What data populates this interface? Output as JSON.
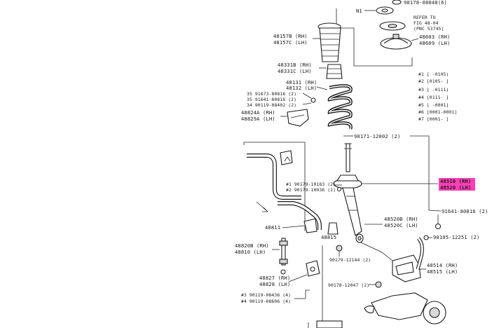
{
  "labels": {
    "top_clip": "90178-08048(6)",
    "n1": "N1",
    "refer_line1": "REFER TO",
    "refer_line2": "FIG 48-04",
    "refer_line3": "(PNC 53745)",
    "p48157_rh": "48157B (RH)",
    "p48157_lh": "48157C (LH)",
    "p48603_rh": "48603 (RH)",
    "p48609_lh": "48609 (LH)",
    "p48331_rh": "48331B (RH)",
    "p48331_lh": "48331C (LH)",
    "p48131_rh": "48131 (RH)",
    "p48132_lh": "48132 (LH)",
    "p51673": "35 91673-80816 (2)",
    "p91641": "35 91641-80816 (2)",
    "p90119": "34 90119-08402 (2)",
    "p48824_rh": "48824A (RH)",
    "p48829_lh": "48829A (LH)",
    "p90171_12002": "90171-12002 (2)",
    "p90179_10183": "#1 90179-10183 (2)",
    "p90179_10036": "#2 90179-10036 (2)",
    "p48510_rh": "48510 (RH)",
    "p48520_lh": "48520 (LH)",
    "p48811": "48811",
    "p48815": "48815",
    "p48520b_rh": "48520B (RH)",
    "p48520c_lh": "48520C (LH)",
    "p91641_80816": "91641-80816 (2)",
    "p48820b_rh": "48820B (RH)",
    "p48810_lh": "48810 (LH)",
    "p90105_12251": "90105-12251 (2)",
    "p90179_12144": "90179-12144 (2)",
    "p48827_rh": "48827 (RH)",
    "p48828_lh": "48828 (LH)",
    "p48514_rh": "48514 (RH)",
    "p48515_lh": "48515 (LH)",
    "p90178_12047": "90178-12047 (2)",
    "p90119_bolt1": "#3 90119-08436 (4)",
    "p90119_bolt2": "#4 90119-08606 (4)"
  },
  "legend": [
    "#1 [      -0105)",
    "#2 [0105-      ]",
    "#3 [      -0111)",
    "#4 [0111-      ]",
    "#5 [      -0001]",
    "#6 [0001-0001]",
    "#7 [0001-      ]"
  ],
  "highlight_color": "#ff3fb7"
}
